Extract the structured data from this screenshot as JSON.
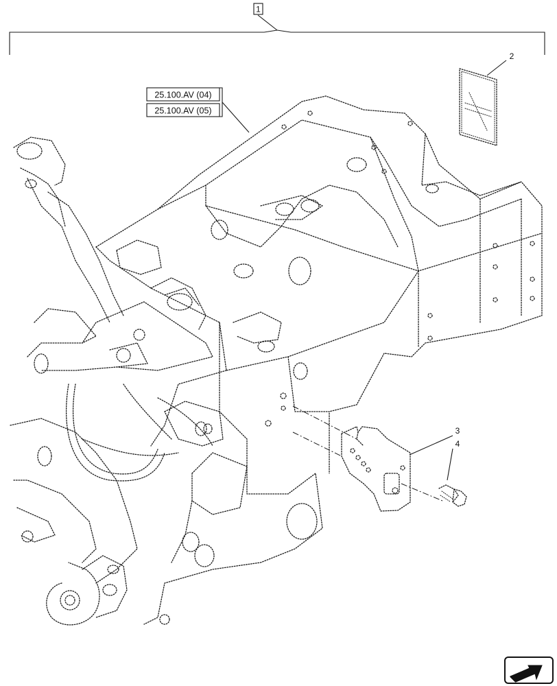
{
  "callouts": {
    "assembly": "1",
    "manual": "2",
    "bracket": "3",
    "bolt": "4"
  },
  "references": [
    "25.100.AV (04)",
    "25.100.AV (05)"
  ],
  "icons": {
    "corner": "arrow-icon"
  }
}
